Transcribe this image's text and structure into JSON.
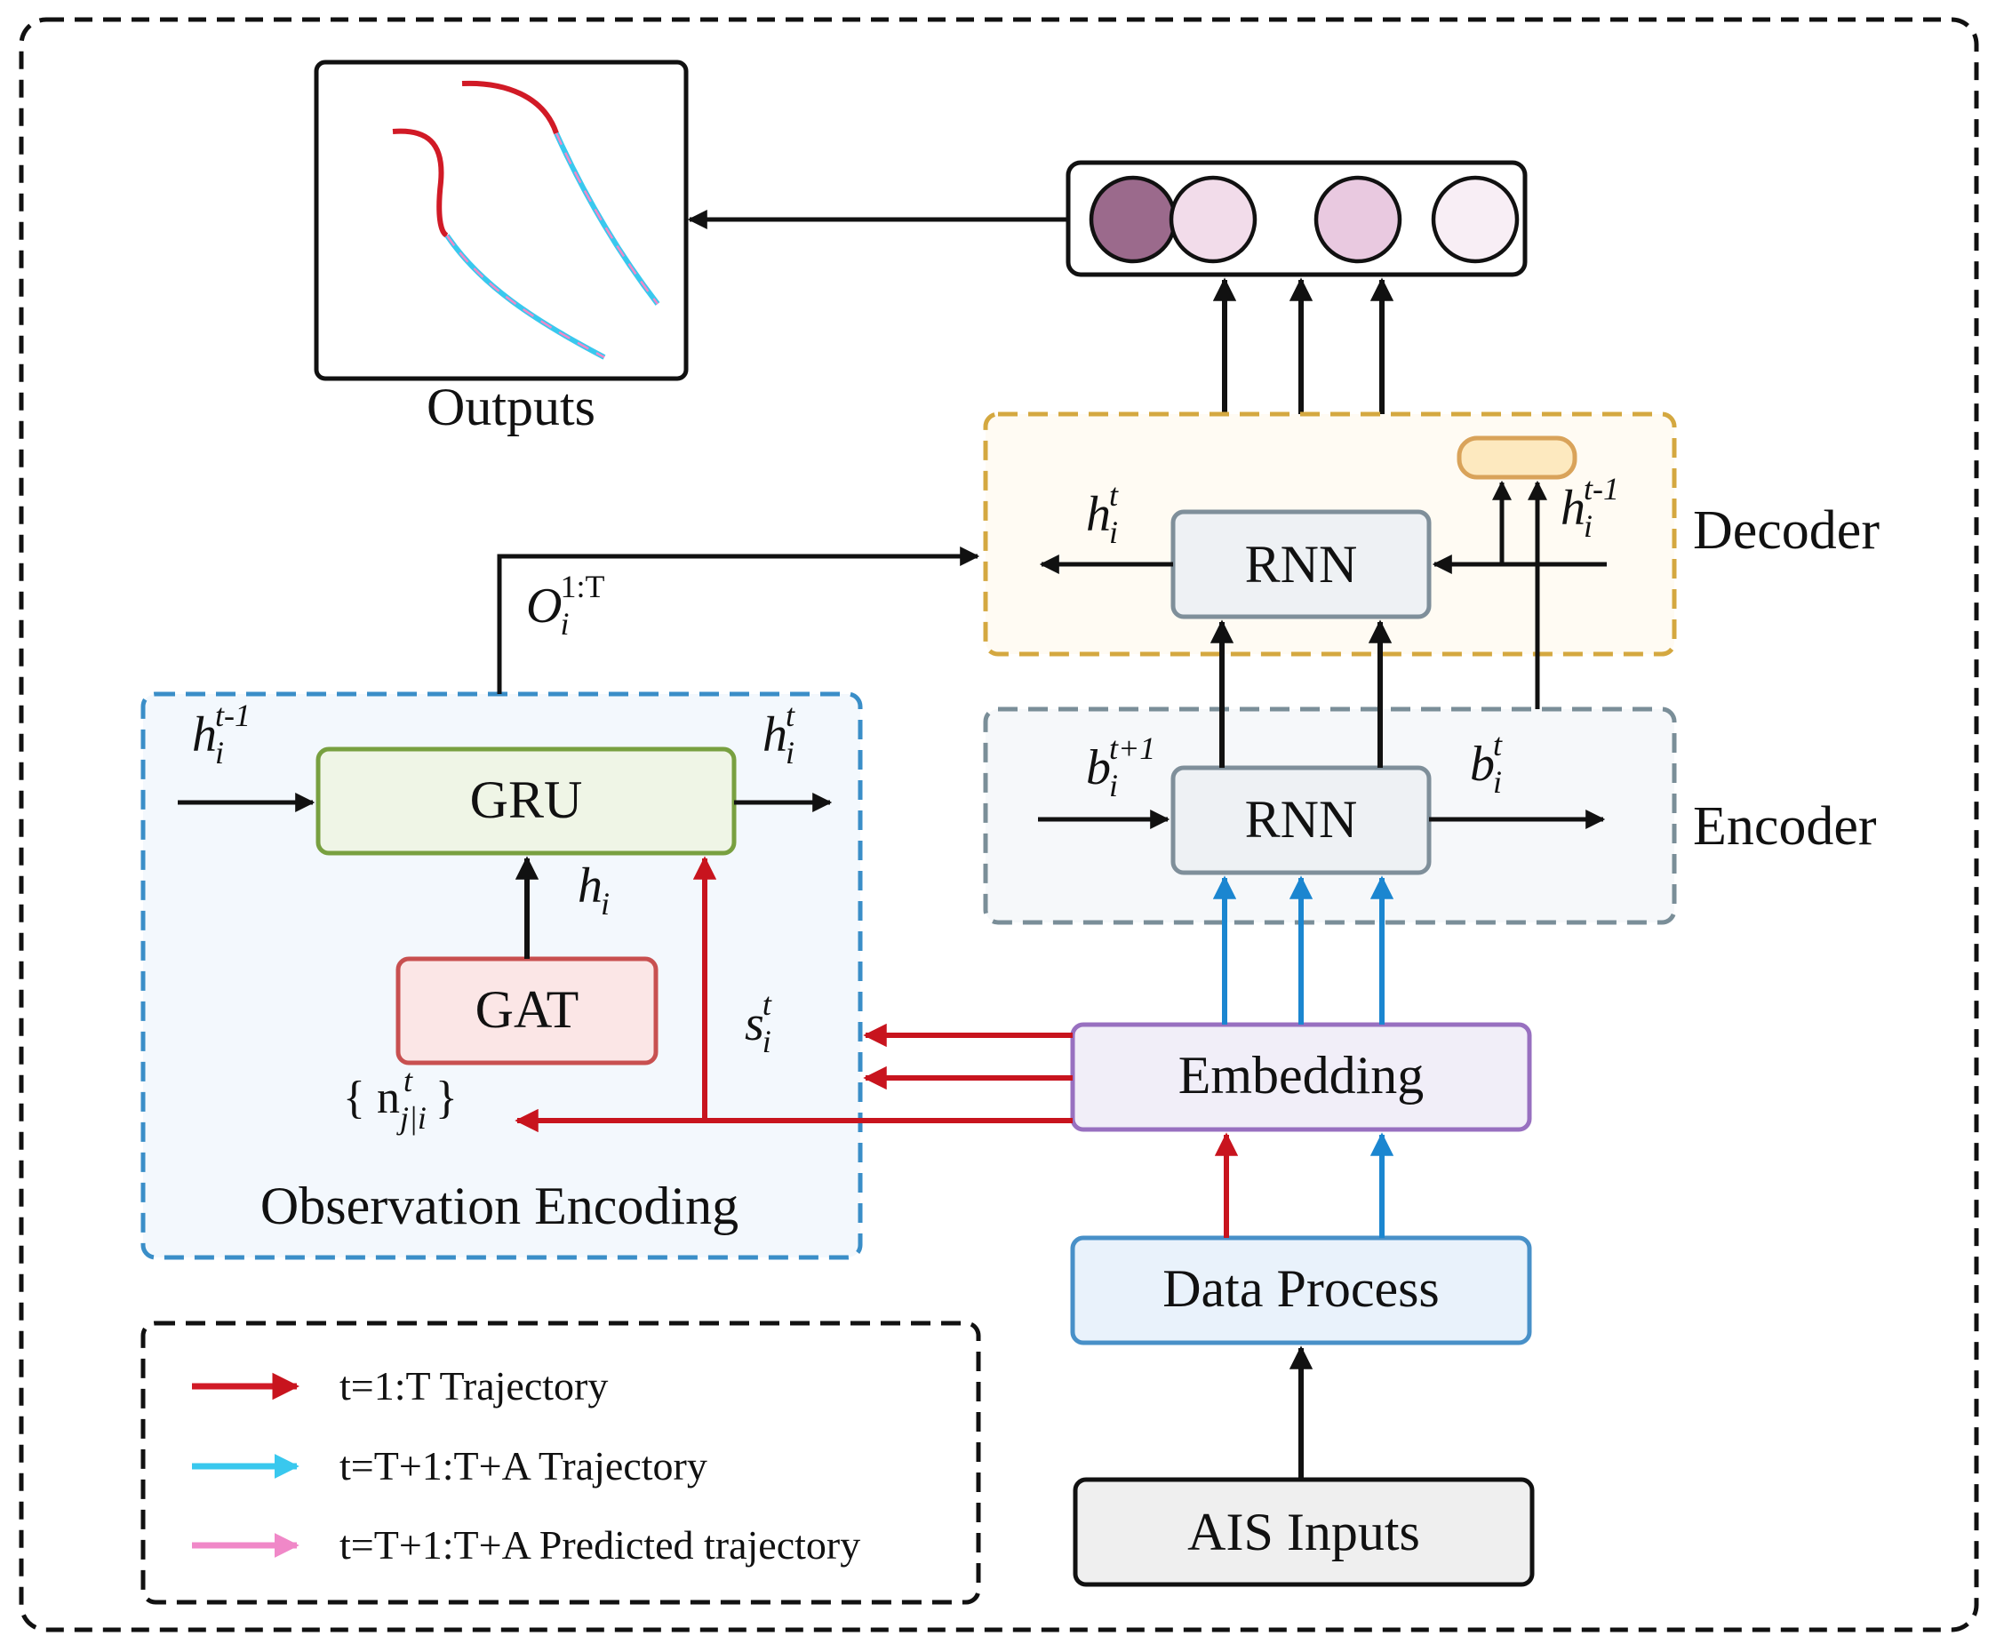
{
  "colors": {
    "black": "#111111",
    "red": "#c8141e",
    "blue": "#1b86d0",
    "cyan": "#39c8ee",
    "pink": "#f088c8",
    "decoder_border": "#d4a840",
    "encoder_border": "#7a8e98",
    "obs_border": "#3a8ec8",
    "gru_border": "#78a040",
    "gru_fill": "#eff5e6",
    "gat_border": "#c85050",
    "gat_fill": "#fbe6e6",
    "rnn_fill": "#eef1f4",
    "rnn_border": "#7f8f9a",
    "emb_border": "#9870c0",
    "emb_fill": "#f1eef8",
    "dp_border": "#4890c8",
    "dp_fill": "#e9f2fb",
    "ais_fill": "#efefef",
    "gate_fill": "#fde9bf",
    "gate_border": "#d9a35a",
    "circle_1": "#9b6a8c",
    "circle_2": "#f2dcea",
    "circle_3": "#e9c9e0",
    "circle_4": "#f8eef5"
  },
  "labels": {
    "outputs": "Outputs",
    "decoder": "Decoder",
    "encoder": "Encoder",
    "rnn_decoder": "RNN",
    "rnn_encoder": "RNN",
    "gru": "GRU",
    "gat": "GAT",
    "embedding": "Embedding",
    "data_process": "Data Process",
    "ais_inputs": "AIS Inputs",
    "observation_encoding": "Observation  Encoding"
  },
  "math": {
    "h_letter": "h",
    "b_letter": "b",
    "s_letter": "s",
    "o_letter": "O",
    "sub_i": "i",
    "sup_t": "t",
    "sup_t_minus_1": "t-1",
    "sup_t_plus_1": "t+1",
    "sup_1_T": "1:T",
    "neighbor_set": "{ n",
    "neighbor_sub": "j|i",
    "neighbor_close": "}"
  },
  "legend": [
    {
      "color": "red",
      "text": "t=1:T  Trajectory"
    },
    {
      "color": "cyan",
      "text": "t=T+1:T+A  Trajectory"
    },
    {
      "color": "pink",
      "text": "t=T+1:T+A Predicted  trajectory"
    }
  ]
}
